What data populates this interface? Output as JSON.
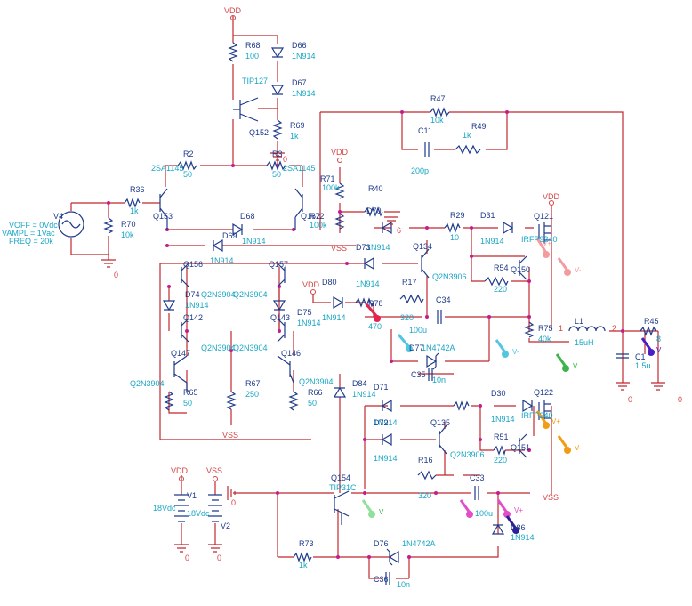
{
  "colors": {
    "wire": "#c0282f",
    "component": "#1e3a8a",
    "value_text": "#1aa6c4",
    "ref_text": "#1e3a8a",
    "junction": "#c61c8d",
    "power_text": "#d44343"
  },
  "rails": {
    "vdd": "VDD",
    "vss": "VSS"
  },
  "source": {
    "ref": "V4",
    "voff": "VOFF = 0Vdc",
    "vampl": "VAMPL = 1Vac",
    "freq": "FREQ = 20k"
  },
  "resistors": [
    {
      "ref": "R68",
      "val": "100"
    },
    {
      "ref": "R69",
      "val": "1k"
    },
    {
      "ref": "R2",
      "val": "50"
    },
    {
      "ref": "R3",
      "val": "50"
    },
    {
      "ref": "R36",
      "val": "1k"
    },
    {
      "ref": "R70",
      "val": "10k"
    },
    {
      "ref": "R71",
      "val": "100k"
    },
    {
      "ref": "R72",
      "val": "100k"
    },
    {
      "ref": "R40",
      "val": ""
    },
    {
      "ref": "R47",
      "val": "10k"
    },
    {
      "ref": "R49",
      "val": "1k"
    },
    {
      "ref": "R29",
      "val": "10"
    },
    {
      "ref": "R54",
      "val": "220"
    },
    {
      "ref": "R17",
      "val": "320"
    },
    {
      "ref": "R78",
      "val": "470"
    },
    {
      "ref": "R75",
      "val": "40k"
    },
    {
      "ref": "R45",
      "val": "8"
    },
    {
      "ref": "R65",
      "val": "50"
    },
    {
      "ref": "R67",
      "val": "250"
    },
    {
      "ref": "R66",
      "val": "50"
    },
    {
      "ref": "R51",
      "val": "220"
    },
    {
      "ref": "R16",
      "val": "320"
    },
    {
      "ref": "R73",
      "val": "1k"
    }
  ],
  "diodes": [
    {
      "ref": "D66",
      "val": "1N914"
    },
    {
      "ref": "D67",
      "val": "1N914"
    },
    {
      "ref": "D68",
      "val": "1N914"
    },
    {
      "ref": "D69",
      "val": "1N914"
    },
    {
      "ref": "D70",
      "val": "1N914"
    },
    {
      "ref": "D73",
      "val": "1N914"
    },
    {
      "ref": "D31",
      "val": "1N914"
    },
    {
      "ref": "D80",
      "val": "1N914"
    },
    {
      "ref": "D74",
      "val": "1N914"
    },
    {
      "ref": "D75",
      "val": "1N914"
    },
    {
      "ref": "D77",
      "val": "1N4742A"
    },
    {
      "ref": "D84",
      "val": "1N914"
    },
    {
      "ref": "D71",
      "val": "1N914"
    },
    {
      "ref": "D72",
      "val": "1N914"
    },
    {
      "ref": "D30",
      "val": "1N914"
    },
    {
      "ref": "D76",
      "val": "1N4742A"
    },
    {
      "ref": "D86",
      "val": "1N914"
    }
  ],
  "capacitors": [
    {
      "ref": "C11",
      "val": "200p"
    },
    {
      "ref": "C34",
      "val": "100u"
    },
    {
      "ref": "C35",
      "val": "10n"
    },
    {
      "ref": "C33",
      "val": "100u"
    },
    {
      "ref": "C36",
      "val": "10n"
    },
    {
      "ref": "C1",
      "val": "1.5u"
    }
  ],
  "transistors": [
    {
      "ref": "Q152",
      "val": "TIP127"
    },
    {
      "ref": "Q153",
      "val": "2SA1145"
    },
    {
      "ref": "Q162",
      "val": "2SA1145"
    },
    {
      "ref": "Q156",
      "val": "Q2N3904"
    },
    {
      "ref": "Q157",
      "val": "Q2N3904"
    },
    {
      "ref": "Q142",
      "val": "Q2N3904"
    },
    {
      "ref": "Q143",
      "val": "Q2N3904"
    },
    {
      "ref": "Q147",
      "val": "Q2N3904"
    },
    {
      "ref": "Q146",
      "val": "Q2N3904"
    },
    {
      "ref": "Q134",
      "val": "Q2N3906"
    },
    {
      "ref": "Q135",
      "val": "Q2N3906"
    },
    {
      "ref": "Q121",
      "val": "IRFP9240"
    },
    {
      "ref": "Q150",
      "val": ""
    },
    {
      "ref": "Q122",
      "val": "IRFP240"
    },
    {
      "ref": "Q151",
      "val": ""
    },
    {
      "ref": "Q154",
      "val": "TIP31C"
    }
  ],
  "inductor": {
    "ref": "L1",
    "val": "15uH"
  },
  "supplies": [
    {
      "ref": "V1",
      "val": "18Vdc"
    },
    {
      "ref": "V2",
      "val": "18Vdc"
    }
  ],
  "node_labels": [
    "0",
    "0",
    "0",
    "0",
    "0",
    "0",
    "0",
    "6",
    "1",
    "2"
  ],
  "probe_labels": [
    "V",
    "V-",
    "V+",
    "V",
    "V-",
    "V+",
    "V",
    "V-",
    "V+",
    "V-"
  ]
}
